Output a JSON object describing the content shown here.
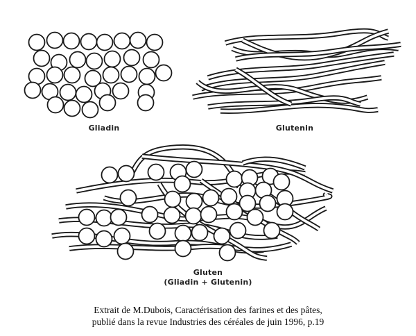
{
  "diagram": {
    "gliadin_label": "Gliadin",
    "glutenin_label": "Glutenin",
    "gluten_label": "Gluten",
    "gluten_sublabel": "(Gliadin + Glutenin)"
  },
  "caption": {
    "line1": "Extrait de M.Dubois, Caractérisation des farines et des pâtes,",
    "line2": "publié dans la revue Industries des céréales de juin 1996, p.19"
  }
}
